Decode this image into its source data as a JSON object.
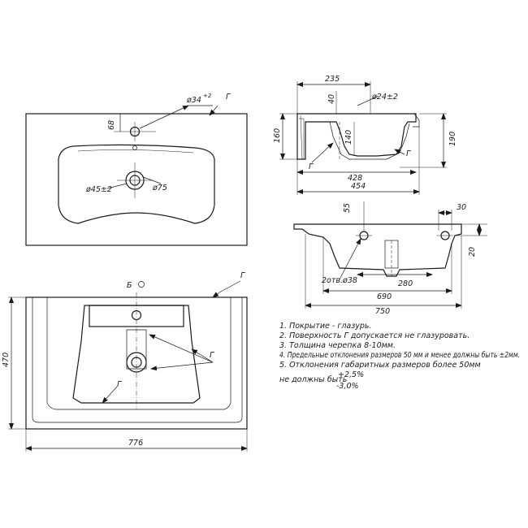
{
  "top_view": {
    "dim_hole": "ø34",
    "dim_hole_tol": "+2",
    "dim_68": "68",
    "dim_drain": "ø45±2",
    "dim_drain_outer": "ø75",
    "surface_mark": "Г"
  },
  "side_view": {
    "dim_235": "235",
    "dim_40": "40",
    "dim_24": "ø24±2",
    "dim_160": "160",
    "dim_140": "140",
    "dim_190": "190",
    "dim_428": "428",
    "dim_454": "454",
    "surface_mark": "Г"
  },
  "back_view": {
    "dim_55": "55",
    "dim_30": "30",
    "dim_20": "20",
    "holes_label": "2отв.ø38",
    "dim_280": "280",
    "dim_690": "690",
    "dim_750": "750"
  },
  "bottom_view": {
    "section_mark": "Б",
    "surface_mark": "Г",
    "dim_470": "470",
    "dim_776": "776"
  },
  "notes": [
    "1. Покрытие - глазурь.",
    "2. Поверхность Г допускается не глазуровать.",
    "3. Толщина черепка 8-10мм.",
    "4. Предельные отклонения размеров 50 мм и менее должны быть ±2мм.",
    "5. Отклонения габаритных размеров более 50мм"
  ],
  "tolerance": {
    "prefix": "не должны быть",
    "upper": "+2,5%",
    "lower": "-3,0%"
  }
}
